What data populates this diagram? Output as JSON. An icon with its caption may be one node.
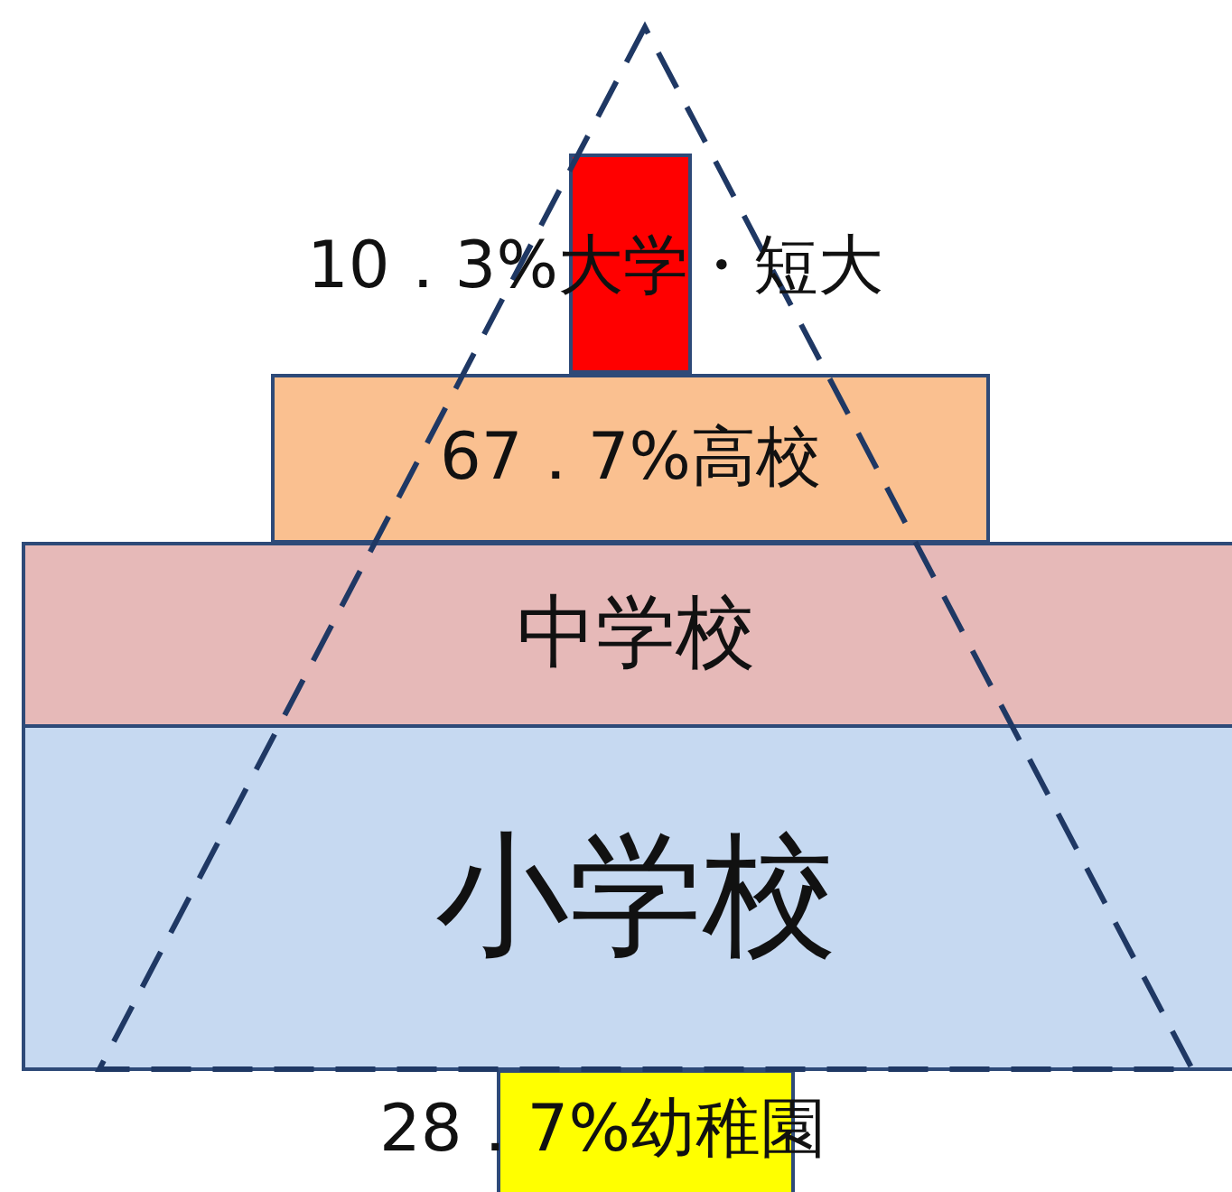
{
  "diagram": {
    "nodes": [
      {
        "text": [
          "10．3%大学・短大"
        ]
      },
      {
        "text": [
          "67．7%高校"
        ]
      },
      {
        "text": [
          "中学校"
        ]
      },
      {
        "text": [
          "小学校"
        ]
      },
      {
        "text": [
          "28．7%幼稚園"
        ]
      }
    ]
  }
}
